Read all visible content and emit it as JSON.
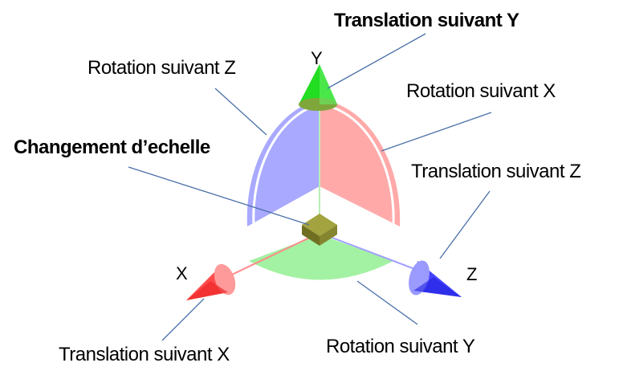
{
  "labels": {
    "translation_y": "Translation suivant Y",
    "rotation_z": "Rotation suivant Z",
    "rotation_x": "Rotation suivant X",
    "changement_echelle": "Changement d’echelle",
    "translation_z": "Translation suivant Z",
    "rotation_y": "Rotation suivant Y",
    "translation_x": "Translation suivant X"
  },
  "axes": {
    "y": "Y",
    "x": "X",
    "z": "Z"
  },
  "colors": {
    "x_axis": "#ff4b4b",
    "y_axis": "#22dd22",
    "z_axis": "#4444ff",
    "rotation_x_arc": "#ff9a9a",
    "rotation_y_arc": "#99f099",
    "rotation_z_arc": "#9a9aff",
    "scale_handle": "#8a8a2a",
    "leader_line": "#4a70a8"
  }
}
